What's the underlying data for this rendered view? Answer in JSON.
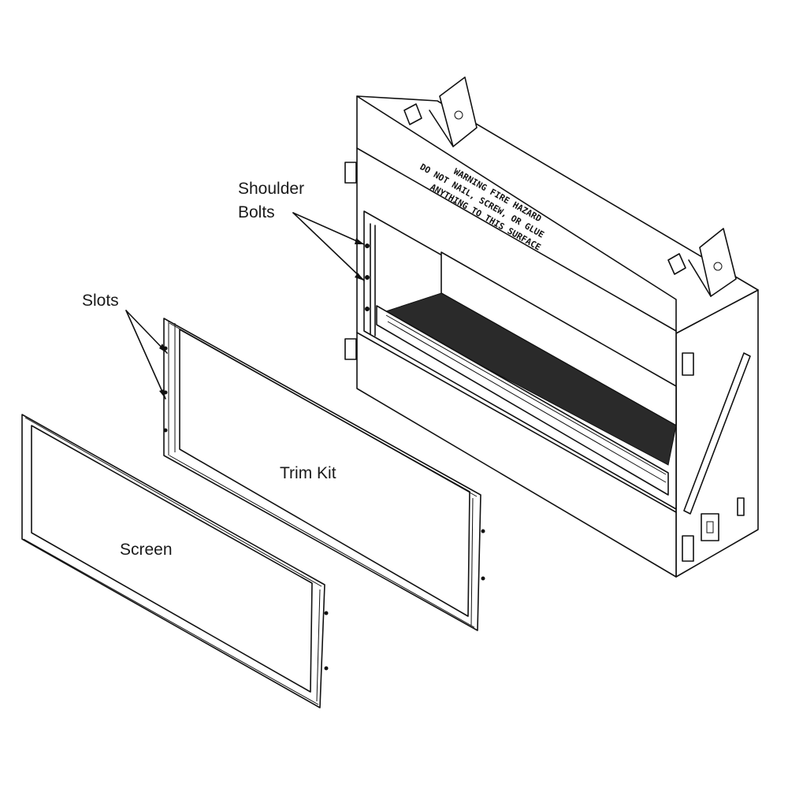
{
  "labels": {
    "shoulder_bolts_line1": "Shoulder",
    "shoulder_bolts_line2": "Bolts",
    "slots": "Slots",
    "trim_kit": "Trim Kit",
    "screen": "Screen"
  },
  "warning_label": {
    "line1": "WARNING FIRE HAZARD",
    "line2": "DO NOT NAIL, SCREW, OR GLUE",
    "line3": "ANYTHING TO THIS SURFACE"
  }
}
